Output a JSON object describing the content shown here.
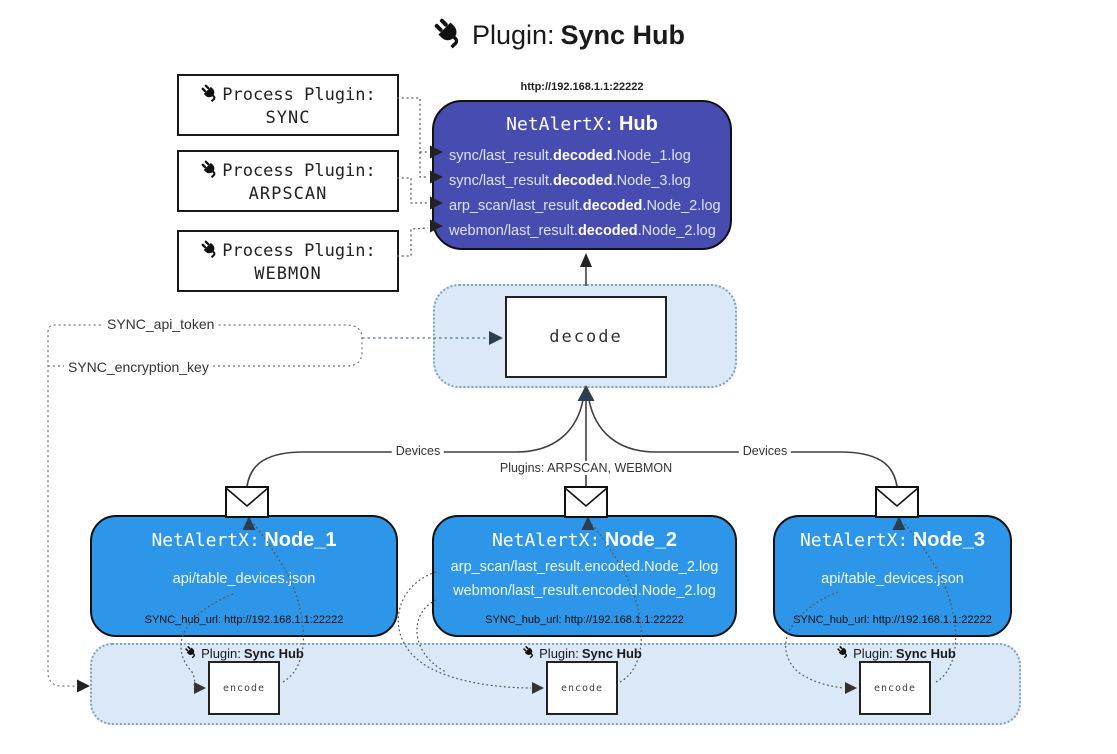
{
  "page": {
    "title_prefix": "Plugin:",
    "title_name": "Sync Hub"
  },
  "process_plugins": [
    {
      "label": "Process Plugin:",
      "name": "SYNC"
    },
    {
      "label": "Process Plugin:",
      "name": "ARPSCAN"
    },
    {
      "label": "Process Plugin:",
      "name": "WEBMON"
    }
  ],
  "hub": {
    "url": "http://192.168.1.1:22222",
    "title_prefix": "NetAlertX:",
    "title_name": "Hub",
    "logs": [
      {
        "pre": "sync/last_result.",
        "bold": "decoded",
        "post": ".Node_1.log"
      },
      {
        "pre": "sync/last_result.",
        "bold": "decoded",
        "post": ".Node_3.log"
      },
      {
        "pre": "arp_scan/last_result.",
        "bold": "decoded",
        "post": ".Node_2.log"
      },
      {
        "pre": "webmon/last_result.",
        "bold": "decoded",
        "post": ".Node_2.log"
      }
    ]
  },
  "decode": {
    "label": "decode"
  },
  "secrets": {
    "api_token": "SYNC_api_token",
    "encryption_key": "SYNC_encryption_key"
  },
  "edge_labels": {
    "devices_left": "Devices",
    "plugins_center": "Plugins: ARPSCAN, WEBMON",
    "devices_right": "Devices"
  },
  "nodes": [
    {
      "title_prefix": "NetAlertX:",
      "title_name": "Node_1",
      "files": [
        "api/table_devices.json"
      ],
      "hub_url": "SYNC_hub_url: http://192.168.1.1:22222"
    },
    {
      "title_prefix": "NetAlertX:",
      "title_name": "Node_2",
      "files": [
        "arp_scan/last_result.encoded.Node_2.log",
        "webmon/last_result.encoded.Node_2.log"
      ],
      "hub_url": "SYNC_hub_url: http://192.168.1.1:22222"
    },
    {
      "title_prefix": "NetAlertX:",
      "title_name": "Node_3",
      "files": [
        "api/table_devices.json"
      ],
      "hub_url": "SYNC_hub_url: http://192.168.1.1:22222"
    }
  ],
  "encoders": [
    {
      "plugin_prefix": "Plugin:",
      "plugin_name": "Sync Hub",
      "label": "encode"
    },
    {
      "plugin_prefix": "Plugin:",
      "plugin_name": "Sync Hub",
      "label": "encode"
    },
    {
      "plugin_prefix": "Plugin:",
      "plugin_name": "Sync Hub",
      "label": "encode"
    }
  ],
  "icons": {
    "plug": "plug-icon",
    "envelope": "envelope-icon"
  },
  "colors": {
    "hub_bg": "#474CB0",
    "node_bg": "#2E96E8",
    "panel_bg": "#DAE8F7",
    "panel_border": "#86A2BE",
    "line": "#3F3F3F",
    "slate": "#2C3E50"
  }
}
